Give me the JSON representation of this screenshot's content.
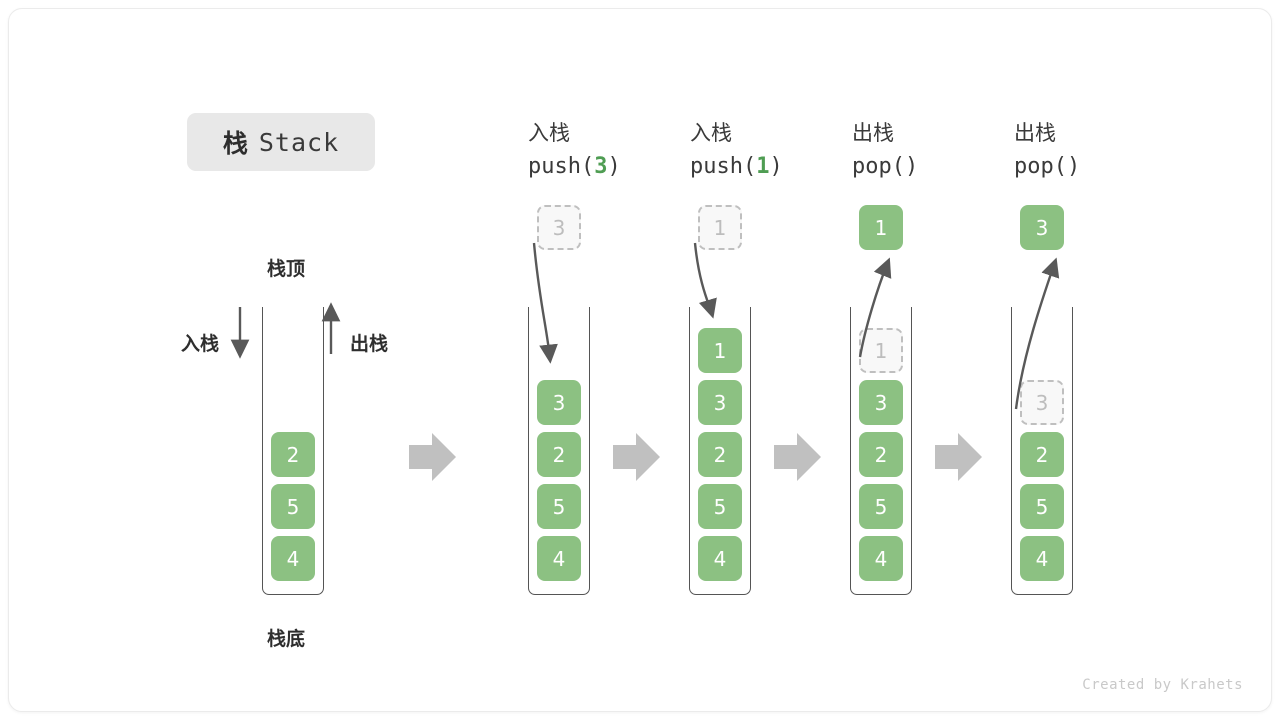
{
  "title": {
    "cn": "栈",
    "en": "Stack"
  },
  "labels": {
    "top": "栈顶",
    "bottom": "栈底",
    "push": "入栈",
    "pop": "出栈"
  },
  "initial_stack": {
    "items": [
      "4",
      "5",
      "2"
    ]
  },
  "steps": [
    {
      "id": "push-3",
      "head_cn": "入栈",
      "head_op": "push(",
      "head_arg": "3",
      "head_close": ")",
      "incoming": "3",
      "incoming_style": "ghost",
      "items": [
        "4",
        "5",
        "2",
        "3"
      ],
      "ghost_index": -1
    },
    {
      "id": "push-1",
      "head_cn": "入栈",
      "head_op": "push(",
      "head_arg": "1",
      "head_close": ")",
      "incoming": "1",
      "incoming_style": "ghost",
      "items": [
        "4",
        "5",
        "2",
        "3",
        "1"
      ],
      "ghost_index": -1
    },
    {
      "id": "pop-1",
      "head_cn": "出栈",
      "head_op": "pop(",
      "head_arg": "",
      "head_close": ")",
      "incoming": "1",
      "incoming_style": "filled",
      "items": [
        "4",
        "5",
        "2",
        "3",
        "1"
      ],
      "ghost_index": 4
    },
    {
      "id": "pop-3",
      "head_cn": "出栈",
      "head_op": "pop(",
      "head_arg": "",
      "head_close": ")",
      "incoming": "3",
      "incoming_style": "filled",
      "items": [
        "4",
        "5",
        "2",
        "3"
      ],
      "ghost_index": 3
    }
  ],
  "credit": "Created by Krahets",
  "colors": {
    "cell_green": "#8cc182",
    "accent_green": "#4f9d53",
    "ghost_border": "#bfbfbf",
    "arrow_gray": "#c0c0c0",
    "stroke_dark": "#555555"
  }
}
